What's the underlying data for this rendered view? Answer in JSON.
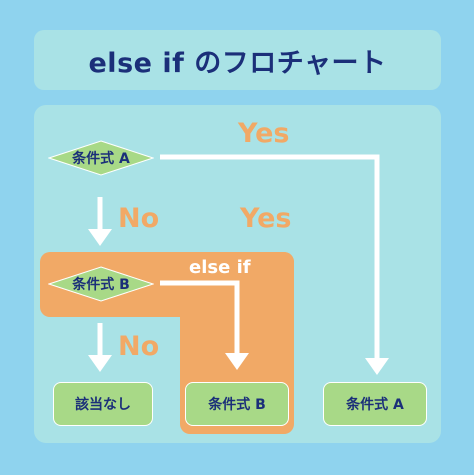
{
  "title": "else if のフロチャート",
  "nodes": {
    "condition_a": "条件式 A",
    "condition_b": "条件式 B",
    "none": "該当なし",
    "result_b": "条件式 B",
    "result_a": "条件式 A"
  },
  "labels": {
    "yes_top": "Yes",
    "yes_mid": "Yes",
    "no_top": "No",
    "no_bottom": "No",
    "else_if": "else if"
  },
  "colors": {
    "outer_frame": "#8fd3ee",
    "panel": "#a9e2e6",
    "orange": "#f1a966",
    "node_green": "#a8d987",
    "text_navy": "#1b2f79",
    "arrow_white": "#ffffff"
  }
}
